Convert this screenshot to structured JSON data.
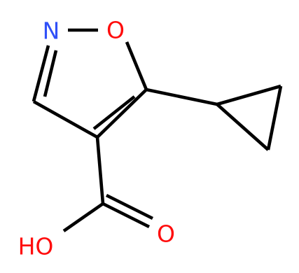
{
  "structure": {
    "atoms": {
      "ring_nitrogen": {
        "symbol": "N",
        "color": "#3050F8"
      },
      "ring_oxygen": {
        "symbol": "O",
        "color": "#FF0D0D"
      },
      "carbonyl_oxygen": {
        "symbol": "O",
        "color": "#FF0D0D"
      },
      "hydroxyl_group": {
        "symbol": "HO",
        "color": "#FF0D0D"
      }
    },
    "bond_color": "#000000"
  }
}
